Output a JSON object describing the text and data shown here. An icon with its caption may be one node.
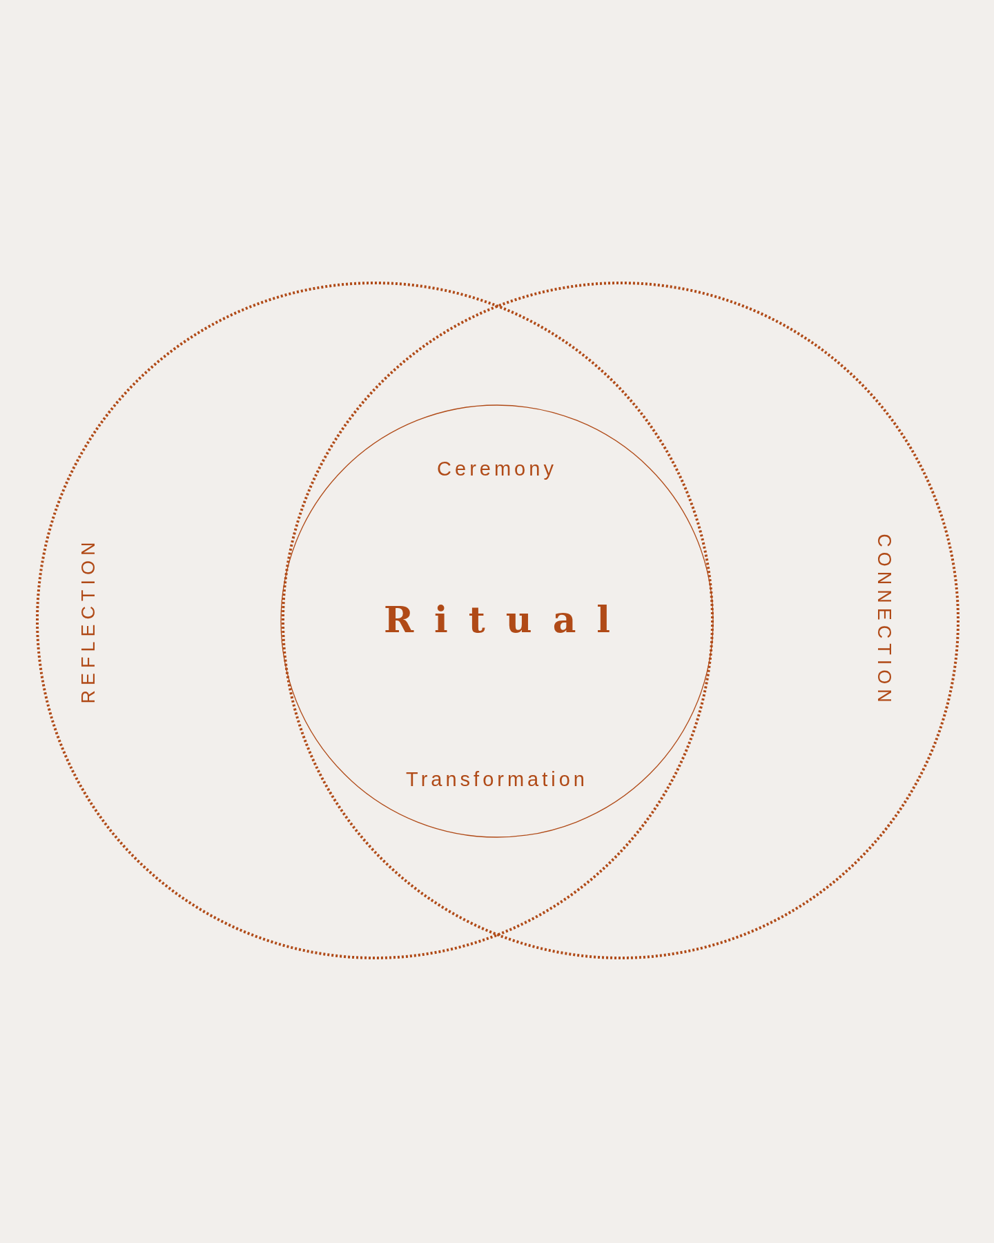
{
  "diagram": {
    "nodes": [
      {
        "text": [
          "REFLECTION"
        ]
      },
      {
        "text": [
          "CONNECTION"
        ]
      },
      {
        "text": [
          "Ceremony",
          "Ritual",
          "Transformation"
        ]
      }
    ],
    "edges": []
  }
}
